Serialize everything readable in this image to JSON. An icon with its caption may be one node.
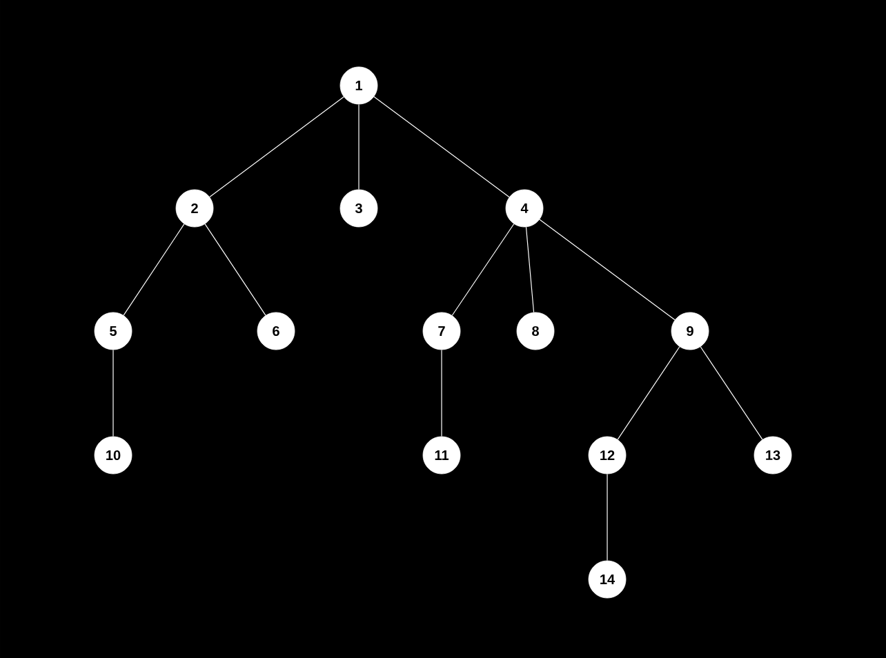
{
  "diagram": {
    "nodes": [
      {
        "text": [
          "1"
        ]
      },
      {
        "text": [
          "2"
        ]
      },
      {
        "text": [
          "3"
        ]
      },
      {
        "text": [
          "4"
        ]
      },
      {
        "text": [
          "5"
        ]
      },
      {
        "text": [
          "6"
        ]
      },
      {
        "text": [
          "7"
        ]
      },
      {
        "text": [
          "8"
        ]
      },
      {
        "text": [
          "9"
        ]
      },
      {
        "text": [
          "10"
        ]
      },
      {
        "text": [
          "11"
        ]
      },
      {
        "text": [
          "12"
        ]
      },
      {
        "text": [
          "13"
        ]
      },
      {
        "text": [
          "14"
        ]
      }
    ],
    "edges": [
      {
        "from": 0,
        "to": 1,
        "arrow": "none"
      },
      {
        "from": 0,
        "to": 2,
        "arrow": "none"
      },
      {
        "from": 0,
        "to": 3,
        "arrow": "none"
      },
      {
        "from": 1,
        "to": 4,
        "arrow": "none"
      },
      {
        "from": 1,
        "to": 5,
        "arrow": "none"
      },
      {
        "from": 3,
        "to": 6,
        "arrow": "none"
      },
      {
        "from": 3,
        "to": 7,
        "arrow": "none"
      },
      {
        "from": 3,
        "to": 8,
        "arrow": "none"
      },
      {
        "from": 4,
        "to": 9,
        "arrow": "none"
      },
      {
        "from": 6,
        "to": 10,
        "arrow": "none"
      },
      {
        "from": 8,
        "to": 11,
        "arrow": "none"
      },
      {
        "from": 8,
        "to": 12,
        "arrow": "none"
      },
      {
        "from": 11,
        "to": 13,
        "arrow": "none"
      }
    ]
  }
}
